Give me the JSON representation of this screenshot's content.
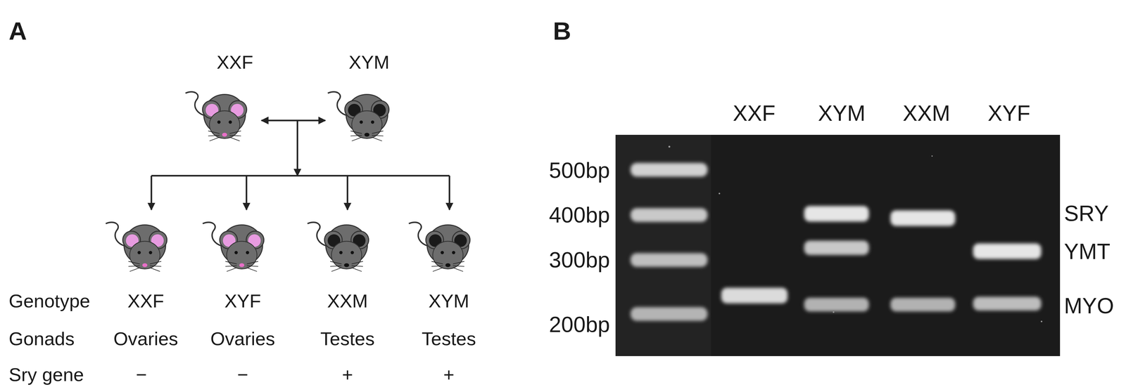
{
  "diagram": {
    "labels": [
      "A",
      "XXF",
      "XYM",
      "Genotype",
      "XXF",
      "XYF",
      "XXM",
      "XYM",
      "Gonads",
      "Ovaries",
      "Ovaries",
      "Testes",
      "Testes",
      "Sry gene",
      "−",
      "−",
      "+",
      "+",
      "B",
      "XXF",
      "XYM",
      "XXM",
      "XYF",
      "500bp",
      "400bp",
      "300bp",
      "200bp",
      "SRY",
      "YMT",
      "MYO"
    ]
  }
}
